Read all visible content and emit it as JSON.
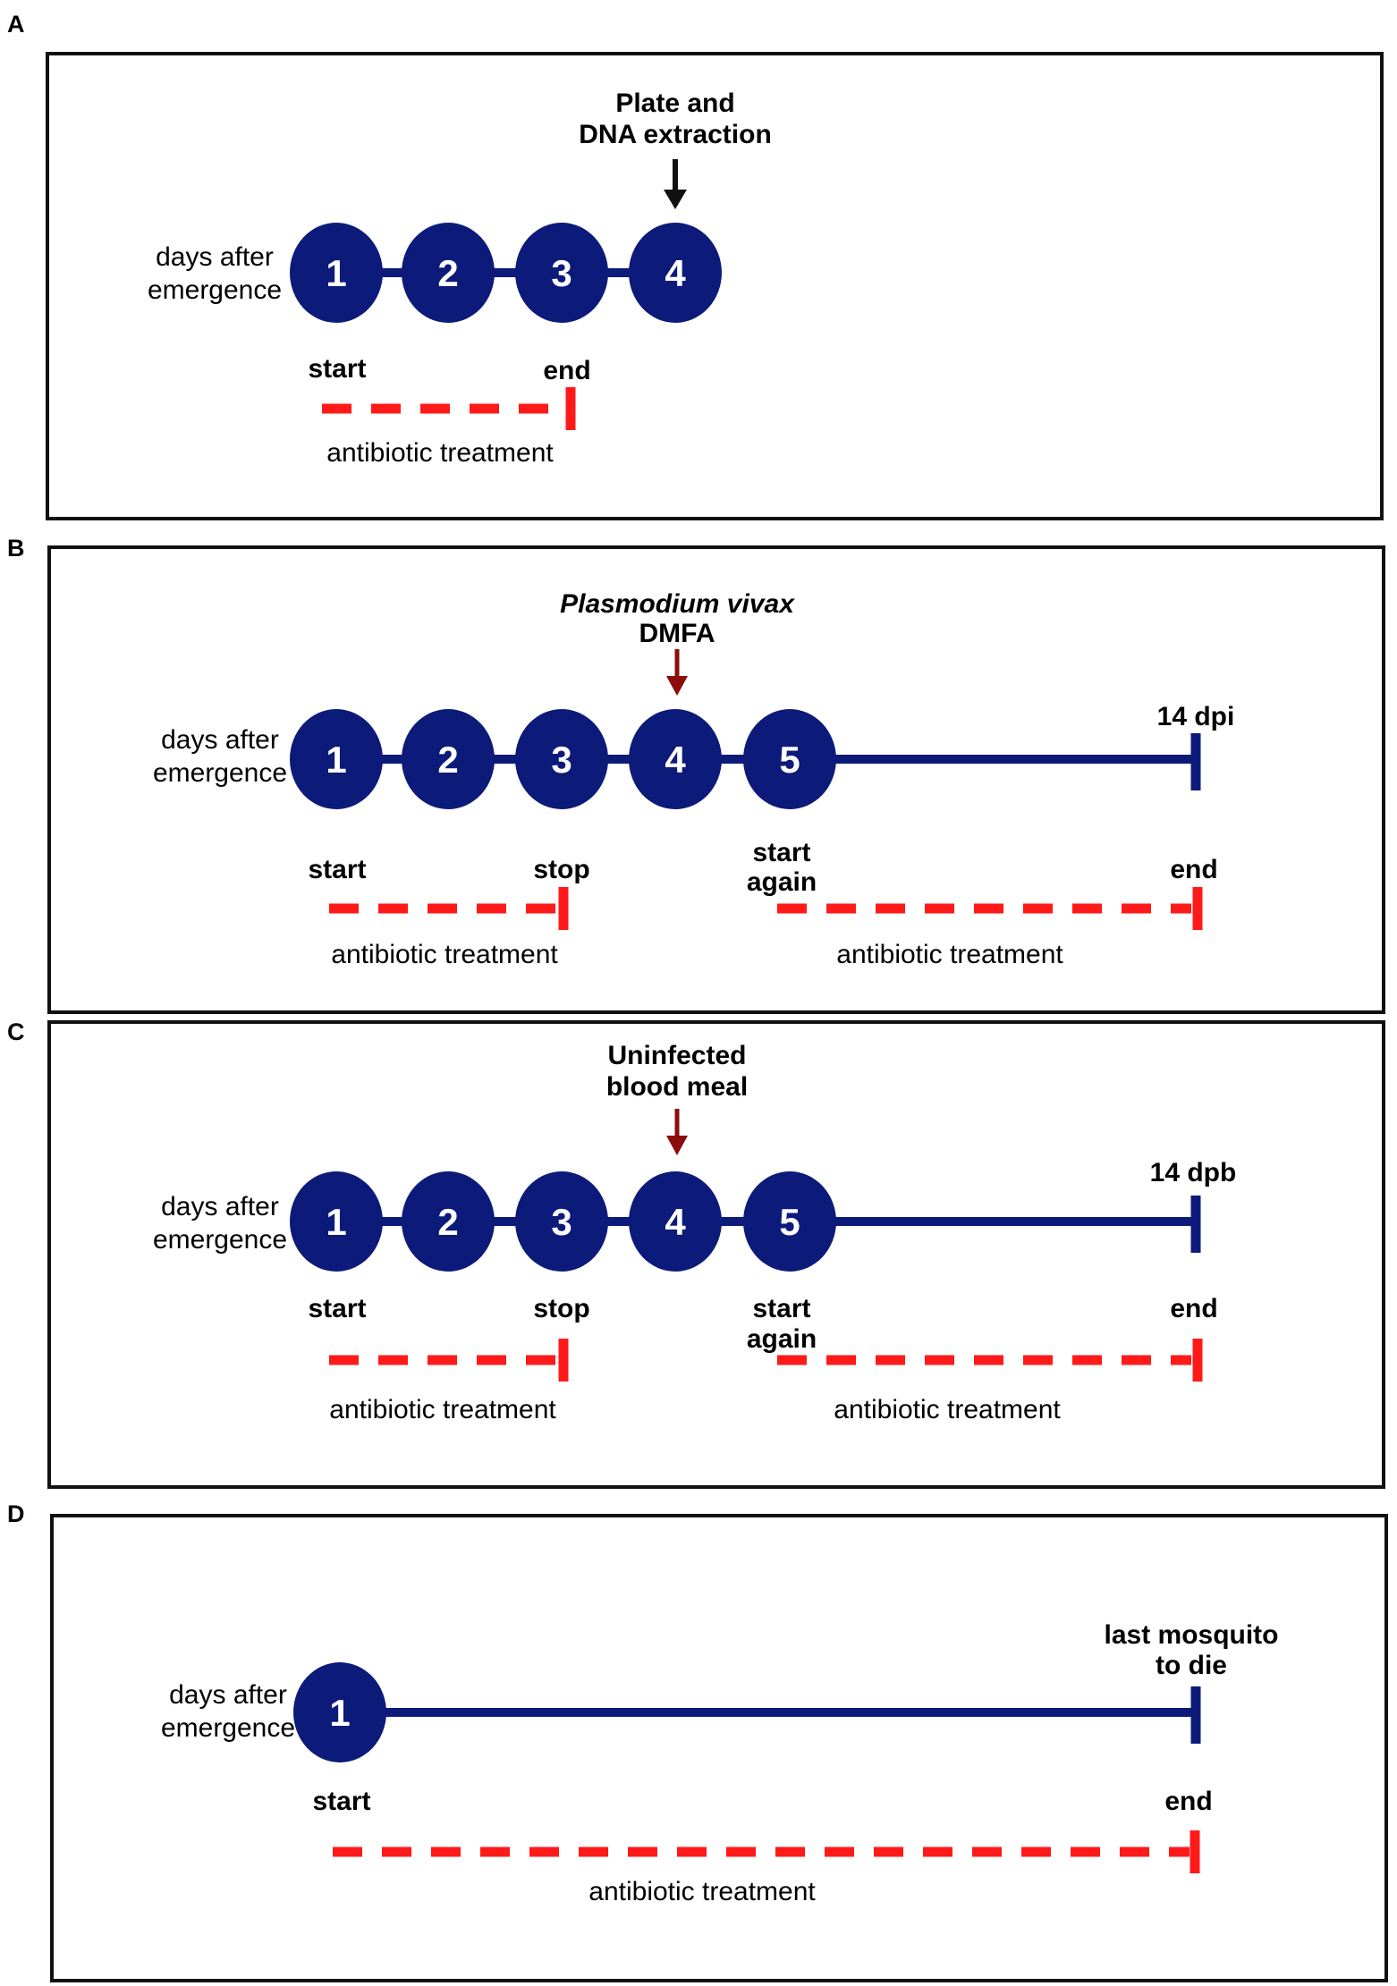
{
  "colors": {
    "timeline": "#0c1a7a",
    "circle": "#0c1a7a",
    "antibiotic_dash": "#ff1a1a",
    "arrow_dark": "#111111",
    "arrow_red": "#8b0d0d",
    "frame": "#111111"
  },
  "panels": [
    {
      "id": "A",
      "label": "A",
      "row_label": "days after\nemergence",
      "row_label_lines": [
        "days after",
        "emergence"
      ],
      "days": [
        "1",
        "2",
        "3",
        "4"
      ],
      "event_lines": [
        "Plate and",
        "DNA extraction"
      ],
      "event_italic": false,
      "event_day_index": 3,
      "event_arrow_color": "dark",
      "end_label_lines": [],
      "treatments": [
        {
          "start_lines": [
            "start"
          ],
          "end_lines": [
            "end"
          ],
          "caption": "antibiotic treatment"
        }
      ]
    },
    {
      "id": "B",
      "label": "B",
      "row_label_lines": [
        "days after",
        "emergence"
      ],
      "days": [
        "1",
        "2",
        "3",
        "4",
        "5"
      ],
      "event_lines": [
        "Plasmodium vivax",
        "DMFA"
      ],
      "event_italic_first_line": true,
      "event_day_index": 3,
      "event_arrow_color": "red",
      "end_label_lines": [
        "14 dpi"
      ],
      "treatments": [
        {
          "start_lines": [
            "start"
          ],
          "end_lines": [
            "stop"
          ],
          "caption": "antibiotic treatment"
        },
        {
          "start_lines": [
            "start",
            "again"
          ],
          "end_lines": [
            "end"
          ],
          "caption": "antibiotic treatment"
        }
      ]
    },
    {
      "id": "C",
      "label": "C",
      "row_label_lines": [
        "days after",
        "emergence"
      ],
      "days": [
        "1",
        "2",
        "3",
        "4",
        "5"
      ],
      "event_lines": [
        "Uninfected",
        "blood meal"
      ],
      "event_italic_first_line": false,
      "event_day_index": 3,
      "event_arrow_color": "red",
      "end_label_lines": [
        "14 dpb"
      ],
      "treatments": [
        {
          "start_lines": [
            "start"
          ],
          "end_lines": [
            "stop"
          ],
          "caption": "antibiotic treatment"
        },
        {
          "start_lines": [
            "start",
            "again"
          ],
          "end_lines": [
            "end"
          ],
          "caption": "antibiotic treatment"
        }
      ]
    },
    {
      "id": "D",
      "label": "D",
      "row_label_lines": [
        "days after",
        "emergence"
      ],
      "days": [
        "1"
      ],
      "event_lines": [],
      "end_label_lines": [
        "last mosquito",
        "to die"
      ],
      "treatments": [
        {
          "start_lines": [
            "start"
          ],
          "end_lines": [
            "end"
          ],
          "caption": "antibiotic treatment"
        }
      ]
    }
  ]
}
